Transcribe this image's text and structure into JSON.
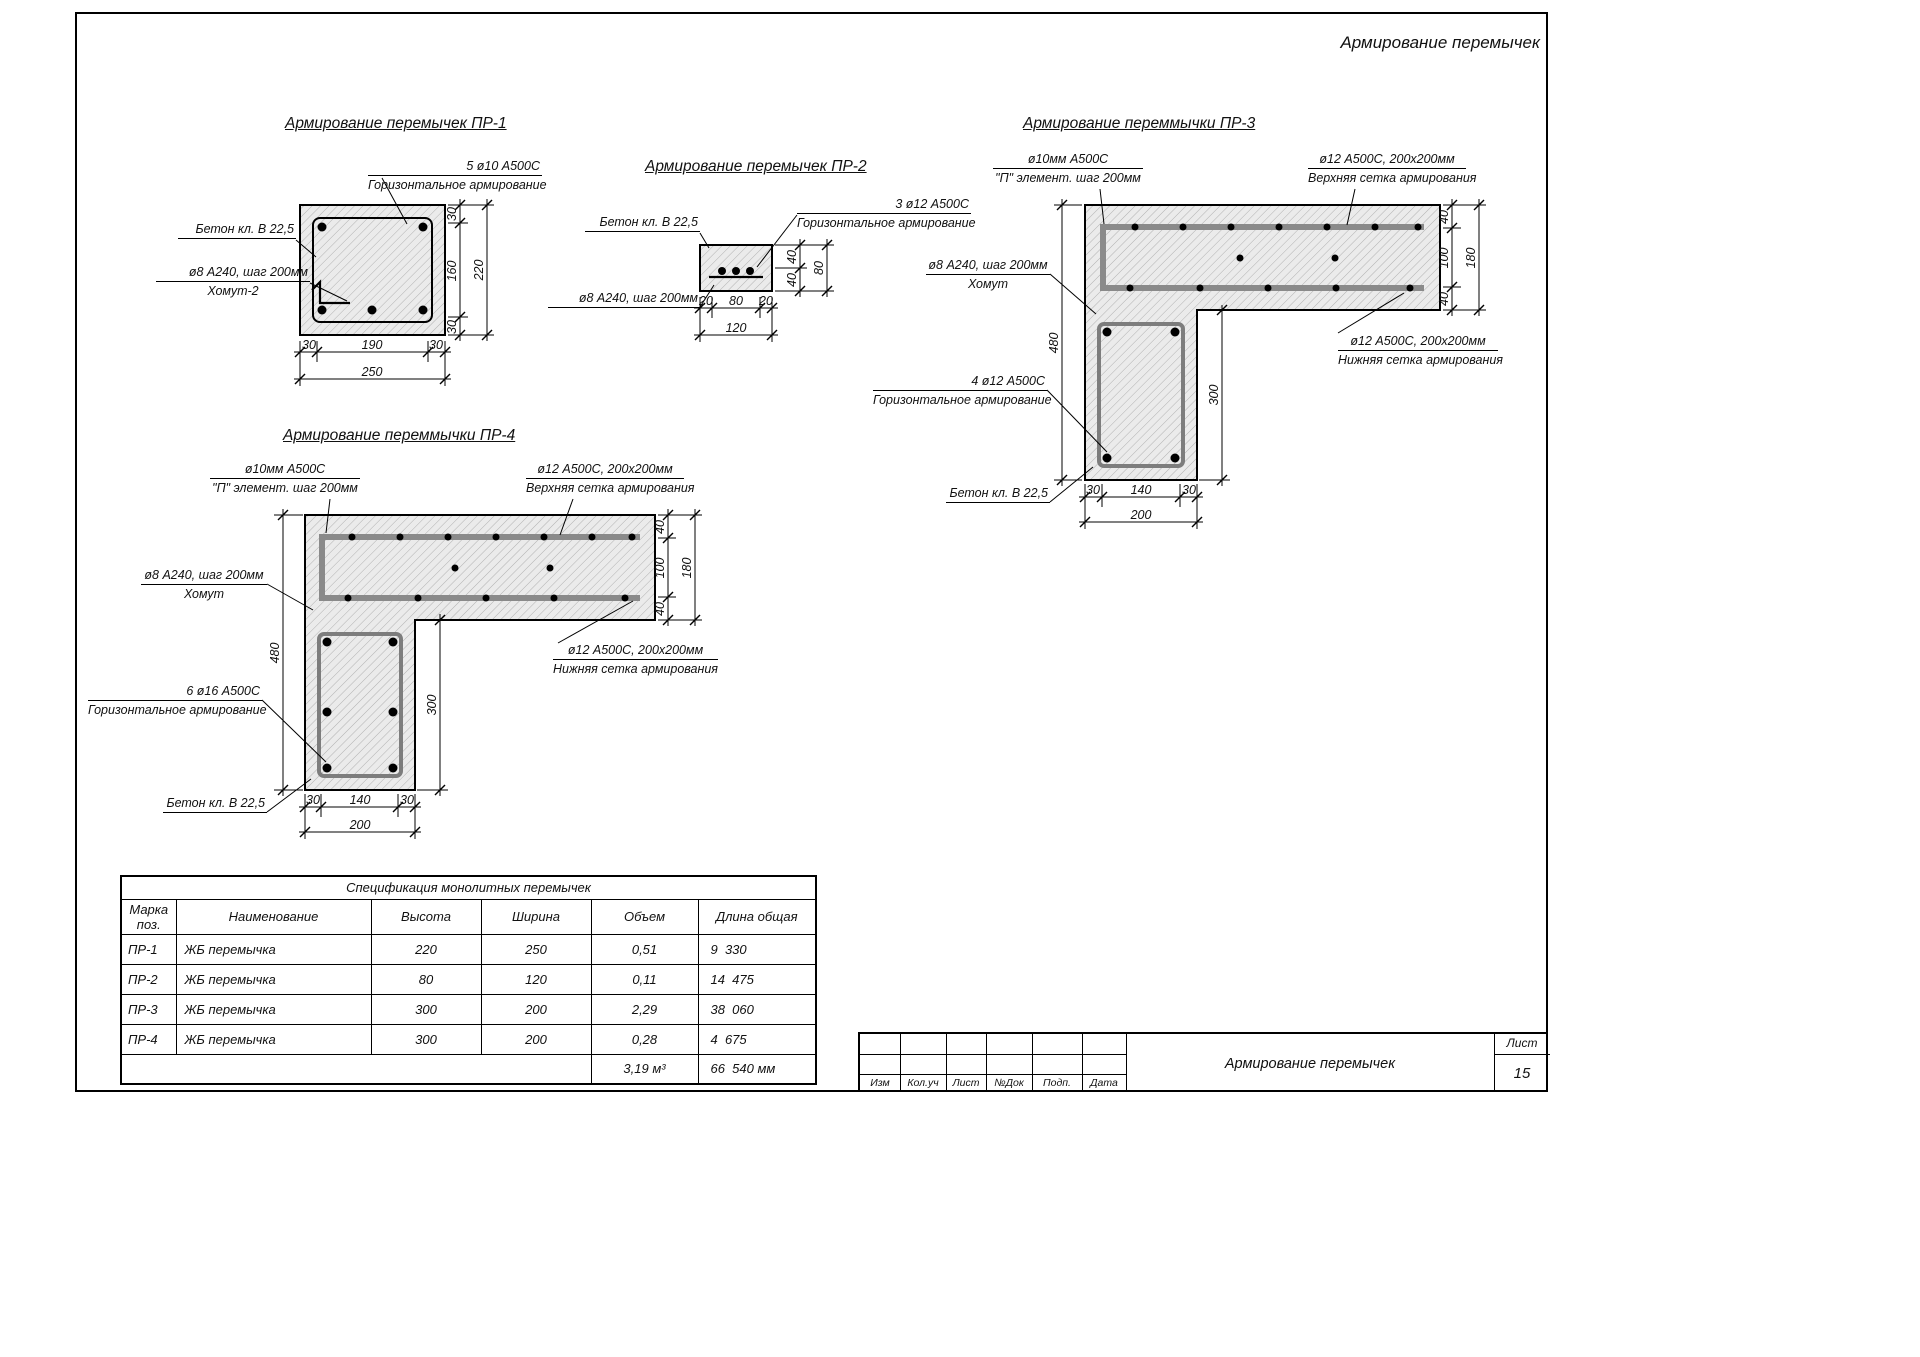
{
  "sheet": {
    "header_title": "Армирование перемычек"
  },
  "pr1": {
    "title": "Армирование перемычек ПР-1",
    "rebar_l1": "5 ø10 А500С",
    "rebar_l2": "Горизонтальное армирование",
    "concrete": "Бетон кл. В 22,5",
    "stirrup_l1": "ø8 А240, шаг 200мм",
    "stirrup_l2": "Хомут-2",
    "dim_r": [
      "30",
      "160",
      "30"
    ],
    "dim_r_total": "220",
    "dim_b": [
      "30",
      "190",
      "30"
    ],
    "dim_b_total": "250"
  },
  "pr2": {
    "title": "Армирование перемычек ПР-2",
    "concrete": "Бетон кл. В 22,5",
    "rebar_l1": "3 ø12 А500С",
    "rebar_l2": "Горизонтальное армирование",
    "stirrup": "ø8 А240, шаг 200мм",
    "dim_r": [
      "40",
      "40"
    ],
    "dim_r_total": "80",
    "dim_b": [
      "20",
      "80",
      "20"
    ],
    "dim_b_total": "120"
  },
  "pr3": {
    "title": "Армирование переммычки ПР-3",
    "p_l1": "ø10мм А500С",
    "p_l2": "\"П\" элемент.  шаг 200мм",
    "topmesh_l1": "ø12 А500С, 200х200мм",
    "topmesh_l2": "Верхняя сетка армирования",
    "stirrup_l1": "ø8 А240, шаг 200мм",
    "stirrup_l2": "Хомут",
    "horiz_l1": "4 ø12 А500С",
    "horiz_l2": "Горизонтальное армирование",
    "concrete": "Бетон кл. В 22,5",
    "botmesh_l1": "ø12 А500С, 200х200мм",
    "botmesh_l2": "Нижняя сетка армирования",
    "dim_r": [
      "40",
      "100",
      "40"
    ],
    "dim_r_total": "180",
    "dim_left": "480",
    "dim_mid": "300",
    "dim_b": [
      "30",
      "140",
      "30"
    ],
    "dim_b_total": "200"
  },
  "pr4": {
    "title": "Армирование переммычки ПР-4",
    "p_l1": "ø10мм А500С",
    "p_l2": "\"П\" элемент.  шаг 200мм",
    "topmesh_l1": "ø12 А500С, 200х200мм",
    "topmesh_l2": "Верхняя сетка армирования",
    "stirrup_l1": "ø8 А240, шаг 200мм",
    "stirrup_l2": "Хомут",
    "horiz_l1": "6 ø16 А500С",
    "horiz_l2": "Горизонтальное армирование",
    "concrete": "Бетон кл. В 22,5",
    "botmesh_l1": "ø12 А500С, 200х200мм",
    "botmesh_l2": "Нижняя сетка армирования",
    "dim_r": [
      "40",
      "100",
      "40"
    ],
    "dim_r_total": "180",
    "dim_left": "480",
    "dim_mid": "300",
    "dim_b": [
      "30",
      "140",
      "30"
    ],
    "dim_b_total": "200"
  },
  "spec": {
    "title": "Спецификация монолитных перемычек",
    "h_mark": "Марка",
    "h_mark2": "поз.",
    "h_name": "Наименование",
    "h_height": "Высота",
    "h_width": "Ширина",
    "h_volume": "Объем",
    "h_length": "Длина общая",
    "rows": [
      {
        "mark": "ПР-1",
        "name": "ЖБ перемычка",
        "height": "220",
        "width": "250",
        "volume": "0,51",
        "length": "9  330"
      },
      {
        "mark": "ПР-2",
        "name": "ЖБ перемычка",
        "height": "80",
        "width": "120",
        "volume": "0,11",
        "length": "14  475"
      },
      {
        "mark": "ПР-3",
        "name": "ЖБ перемычка",
        "height": "300",
        "width": "200",
        "volume": "2,29",
        "length": "38  060"
      },
      {
        "mark": "ПР-4",
        "name": "ЖБ перемычка",
        "height": "300",
        "width": "200",
        "volume": "0,28",
        "length": "4  675"
      }
    ],
    "total_volume": "3,19 м³",
    "total_length": "66  540 мм"
  },
  "stamp": {
    "title": "Армирование перемычек",
    "sheet_label": "Лист",
    "sheet_number": "15",
    "cols": [
      "Изм",
      "Кол.уч",
      "Лист",
      "№Док",
      "Подп.",
      "Дата"
    ]
  }
}
